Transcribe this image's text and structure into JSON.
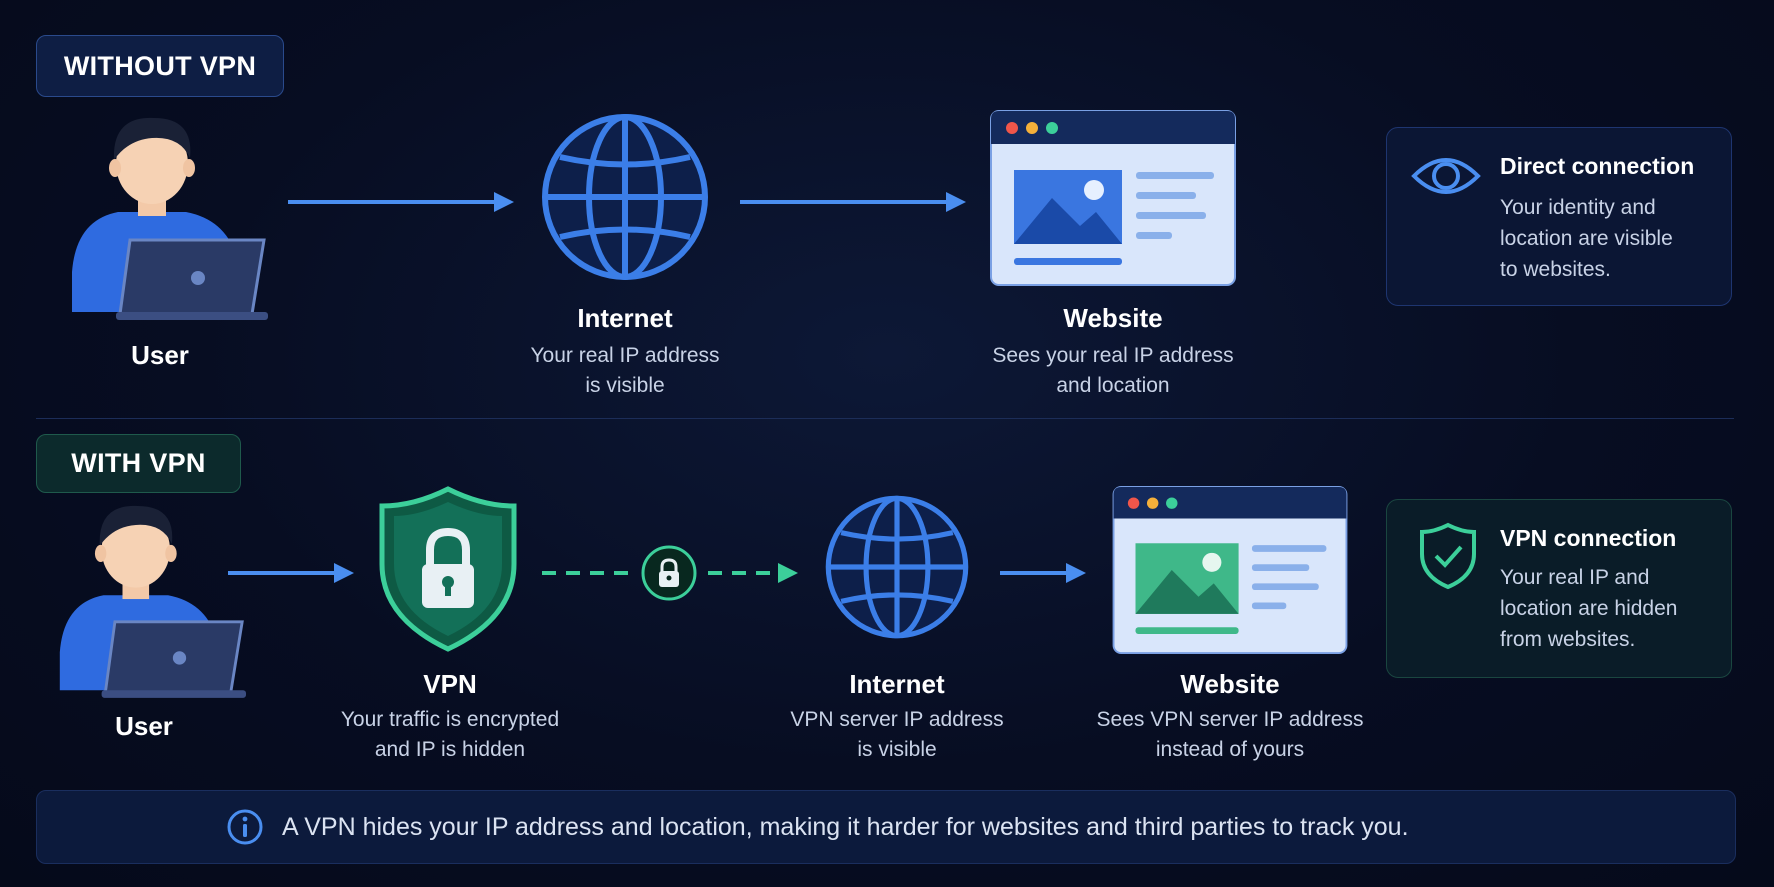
{
  "top": {
    "badge": "WITHOUT VPN",
    "user": {
      "label": "User"
    },
    "internet": {
      "label": "Internet",
      "line1": "Your real IP address",
      "line2": "is visible"
    },
    "website": {
      "label": "Website",
      "line1": "Sees your real IP address",
      "line2": "and location"
    },
    "card": {
      "title": "Direct connection",
      "line1": "Your identity and",
      "line2": "location are visible",
      "line3": "to websites.",
      "icon": "eye-icon"
    }
  },
  "bottom": {
    "badge": "WITH VPN",
    "user": {
      "label": "User"
    },
    "vpn": {
      "label": "VPN",
      "line1": "Your traffic is encrypted",
      "line2": "and IP is hidden"
    },
    "internet": {
      "label": "Internet",
      "line1": "VPN server IP address",
      "line2": "is visible"
    },
    "website": {
      "label": "Website",
      "line1": "Sees VPN server IP address",
      "line2": "instead of yours"
    },
    "card": {
      "title": "VPN connection",
      "line1": "Your real IP and",
      "line2": "location are hidden",
      "line3": "from websites.",
      "icon": "shield-check-icon"
    }
  },
  "footer": {
    "text": "A VPN hides your IP address and location, making it harder for websites and third parties to track you.",
    "icon": "info-icon"
  },
  "colors": {
    "blue": "#4a8ef0",
    "green": "#3ccf9a",
    "background": "#070d22",
    "card_blue_border": "#1e3570",
    "card_green_border": "#1a4640"
  }
}
